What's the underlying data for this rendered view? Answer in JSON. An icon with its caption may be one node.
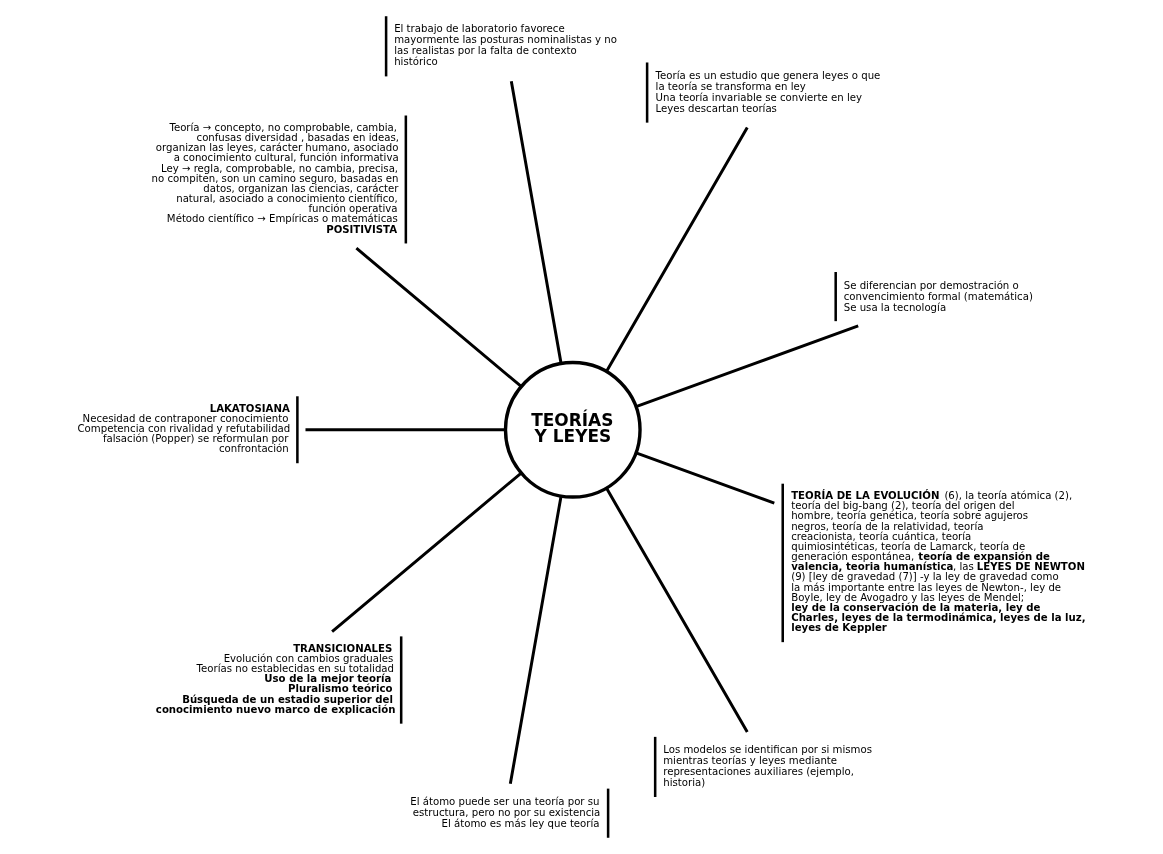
{
  "diagram": {
    "nodes": [
      {
        "text": [
          "TEORÍAS Y LEYES"
        ]
      },
      {
        "text": [
          "Teoría → concepto, no comprobable, cambia, confusas diversidad , basadas en ideas, organizan las leyes, carácter humano, asociado a conocimiento cultural, función informativa",
          "Ley → regla, comprobable, no cambia, precisa, no compiten, son un camino seguro, basadas en datos, organizan las ciencias, carácter natural, asociado a conocimiento científico, función operativa",
          "Método científico → Empíricas o matemáticas",
          "POSITIVISTA"
        ]
      },
      {
        "text": [
          "El trabajo de laboratorio favorece mayormente las posturas nominalistas y no las realistas por la falta de contexto histórico"
        ]
      },
      {
        "text": [
          "Teoría es un estudio que genera leyes o que la teoría se transforma en ley",
          "Una teoría invariable se convierte en ley",
          "Leyes descartan teorías"
        ]
      },
      {
        "text": [
          "Se diferencian por demostración o convencimiento formal (matemática)",
          "Se usa la tecnología"
        ]
      },
      {
        "text": [
          "LAKATOSIANA",
          "Necesidad de contraponer conocimiento",
          "Competencia con rivalidad y refutabilidad falsación (Popper) se reformulan por confrontación"
        ]
      },
      {
        "text": [
          "**TEORÍA DE LA EVOLUCIÓN** (6), la teoría atómica (2), teoría del big-bang (2), teoría del origen del hombre, teoría genética, teoría sobre agujeros negros, teoría de la relatividad, teoría creacionista, teoría cuántica, teoría quimiosintéticas, teoría de Lamarck, teoría de generación espontánea, **teoría de expansión de valencia, teoria humanística**, las **LEYES DE NEWTON** (9) [ley de gravedad (7)] -y la ley de gravedad como la más importante entre las leyes de Newton-, ley de Boyle, ley de Avogadro y las leyes de Mendel; **ley de la conservación de la materia, ley de Charles, leyes de la termodinámica, leyes de la luz, leyes de Keppler**"
        ]
      },
      {
        "text": [
          "TRANSICIONALES",
          "Evolución con cambios graduales",
          "Teorías no establecidas en su totalidad",
          "Uso de la mejor teoría",
          "Pluralismo teórico",
          "Búsqueda de un estadio superior del conocimiento nuevo marco de explicación"
        ]
      },
      {
        "text": [
          "El átomo puede ser una teoría por su estructura, pero no por su existencia",
          "El átomo es más ley que teoría"
        ]
      },
      {
        "text": [
          "Los modelos se identifican por si mismos mientras teorías y leyes mediante representaciones auxiliares (ejemplo, historia)"
        ]
      }
    ],
    "edges": [
      {
        "from": 0,
        "to": 1,
        "arrow": "none"
      },
      {
        "from": 0,
        "to": 2,
        "arrow": "none"
      },
      {
        "from": 0,
        "to": 3,
        "arrow": "none"
      },
      {
        "from": 0,
        "to": 4,
        "arrow": "none"
      },
      {
        "from": 0,
        "to": 5,
        "arrow": "none"
      },
      {
        "from": 0,
        "to": 6,
        "arrow": "none"
      },
      {
        "from": 0,
        "to": 7,
        "arrow": "none"
      },
      {
        "from": 0,
        "to": 8,
        "arrow": "none"
      },
      {
        "from": 0,
        "to": 9,
        "arrow": "none"
      }
    ]
  }
}
